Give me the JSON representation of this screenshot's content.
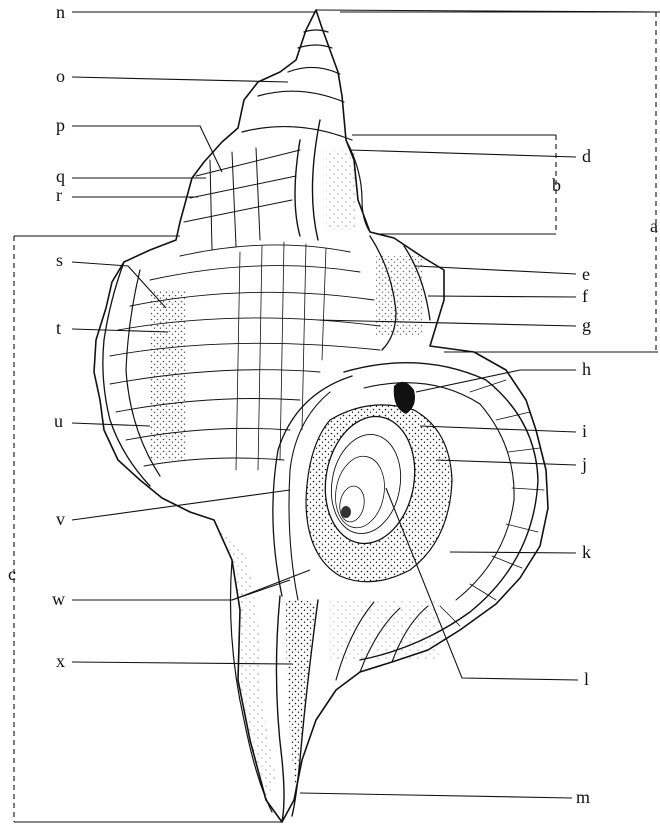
{
  "labels": {
    "n": "n",
    "o": "o",
    "p": "p",
    "q": "q",
    "r": "r",
    "s": "s",
    "t": "t",
    "u": "u",
    "v": "v",
    "w": "w",
    "x": "x",
    "d": "d",
    "e": "e",
    "f": "f",
    "g": "g",
    "h": "h",
    "i": "i",
    "j": "j",
    "k": "k",
    "l": "l",
    "m": "m",
    "a": "a",
    "b": "b",
    "c": "c"
  }
}
